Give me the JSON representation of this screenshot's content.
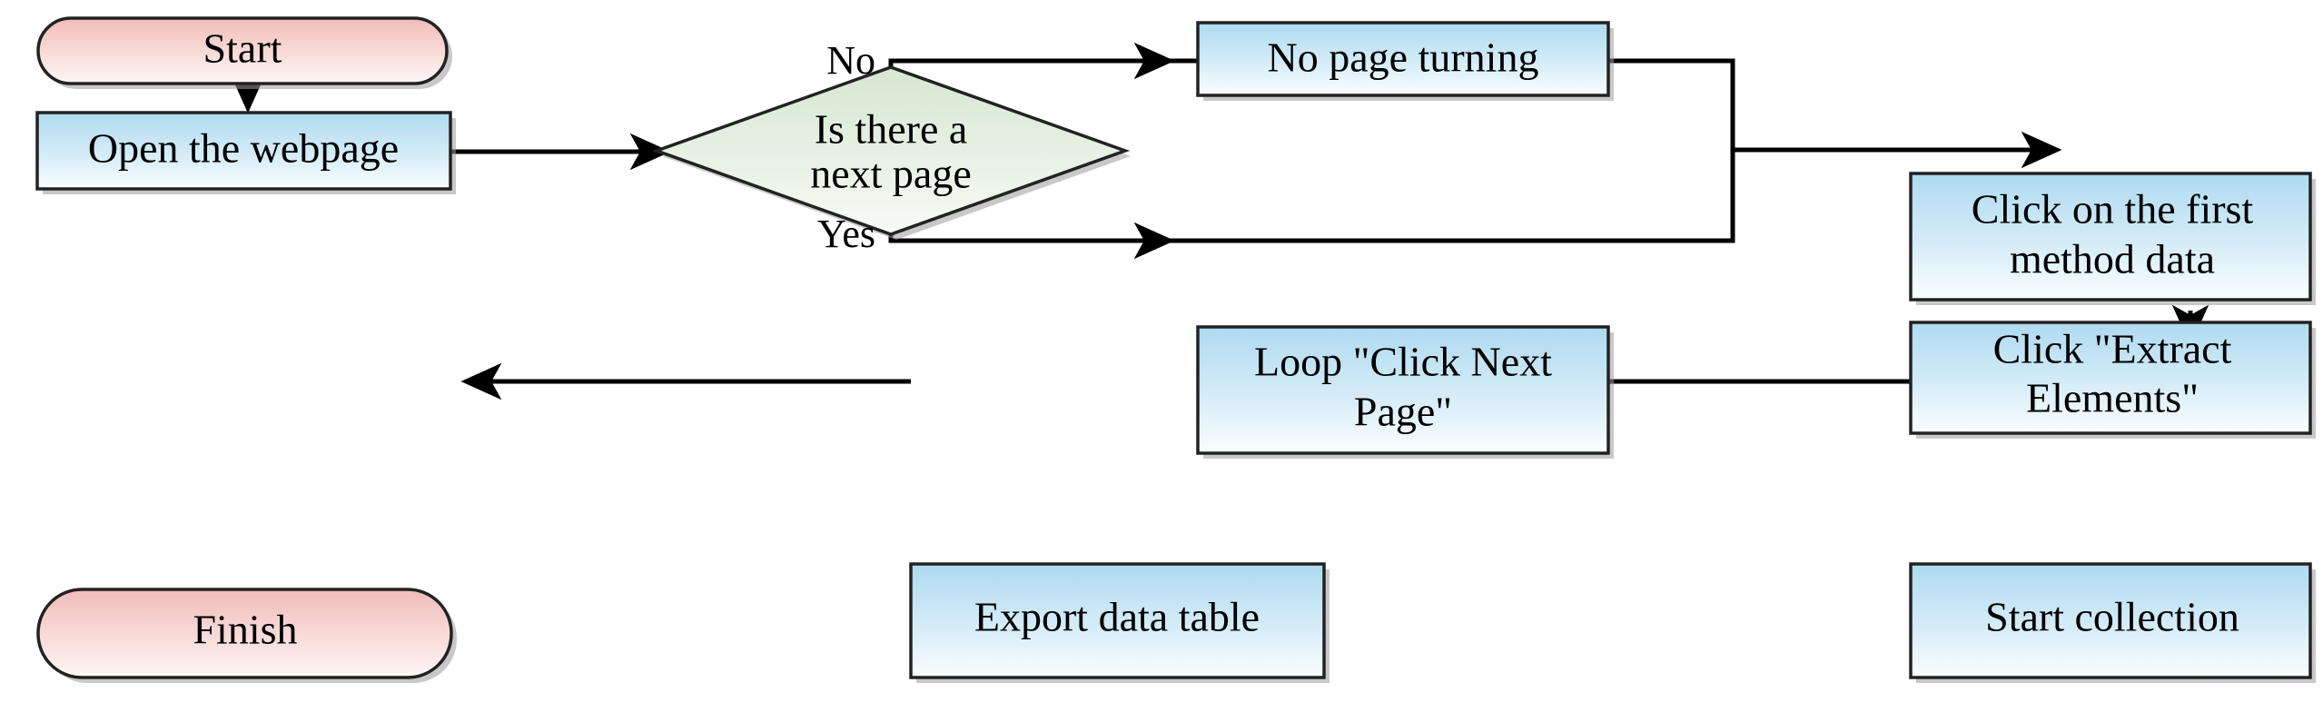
{
  "diagram": {
    "title": "Web scraping workflow flowchart",
    "background": "#ffffff",
    "palette": {
      "terminal_fill_top": "#f3c4c4",
      "terminal_fill_bottom": "#fdf6f5",
      "process_fill_top": "#b6dcf0",
      "process_fill_bottom": "#fbfdfe",
      "decision_fill_top": "#dcead9",
      "decision_fill_bottom": "#f7fbf6",
      "stroke": "#222222",
      "connector": "#000000",
      "text": "#000000"
    },
    "nodes": [
      {
        "id": "start",
        "shape": "terminal",
        "label": "Start"
      },
      {
        "id": "open_webpage",
        "shape": "process",
        "label": "Open the webpage"
      },
      {
        "id": "decision",
        "shape": "decision",
        "label_line1": "Is there a",
        "label_line2": "next page"
      },
      {
        "id": "no_turning",
        "shape": "process",
        "label": "No page turning"
      },
      {
        "id": "loop_next",
        "shape": "process",
        "label_line1": "Loop \"Click Next",
        "label_line2": "Page\""
      },
      {
        "id": "click_first",
        "shape": "process",
        "label_line1": "Click on the first",
        "label_line2": "method data"
      },
      {
        "id": "extract",
        "shape": "process",
        "label_line1": "Click \"Extract",
        "label_line2": "Elements\""
      },
      {
        "id": "collect",
        "shape": "process",
        "label": "Start collection"
      },
      {
        "id": "export",
        "shape": "process",
        "label": "Export data table"
      },
      {
        "id": "finish",
        "shape": "terminal",
        "label": "Finish"
      }
    ],
    "edge_labels": {
      "no": "No",
      "yes": "Yes"
    },
    "edges": [
      {
        "from": "start",
        "to": "open_webpage",
        "label": ""
      },
      {
        "from": "open_webpage",
        "to": "decision",
        "label": ""
      },
      {
        "from": "decision",
        "to": "no_turning",
        "label": "No"
      },
      {
        "from": "decision",
        "to": "loop_next",
        "label": "Yes"
      },
      {
        "from": "no_turning",
        "to": "click_first",
        "label": ""
      },
      {
        "from": "loop_next",
        "to": "click_first",
        "label": ""
      },
      {
        "from": "click_first",
        "to": "extract",
        "label": ""
      },
      {
        "from": "extract",
        "to": "collect",
        "label": ""
      },
      {
        "from": "collect",
        "to": "export",
        "label": ""
      },
      {
        "from": "export",
        "to": "finish",
        "label": ""
      }
    ]
  }
}
